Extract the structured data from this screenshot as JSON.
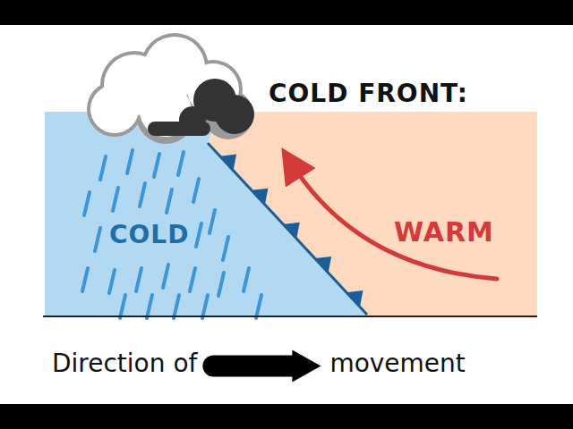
{
  "diagram": {
    "title": "COLD FRONT:",
    "labels": [
      "COLD",
      "WARM",
      "Direction of",
      "movement"
    ]
  }
}
